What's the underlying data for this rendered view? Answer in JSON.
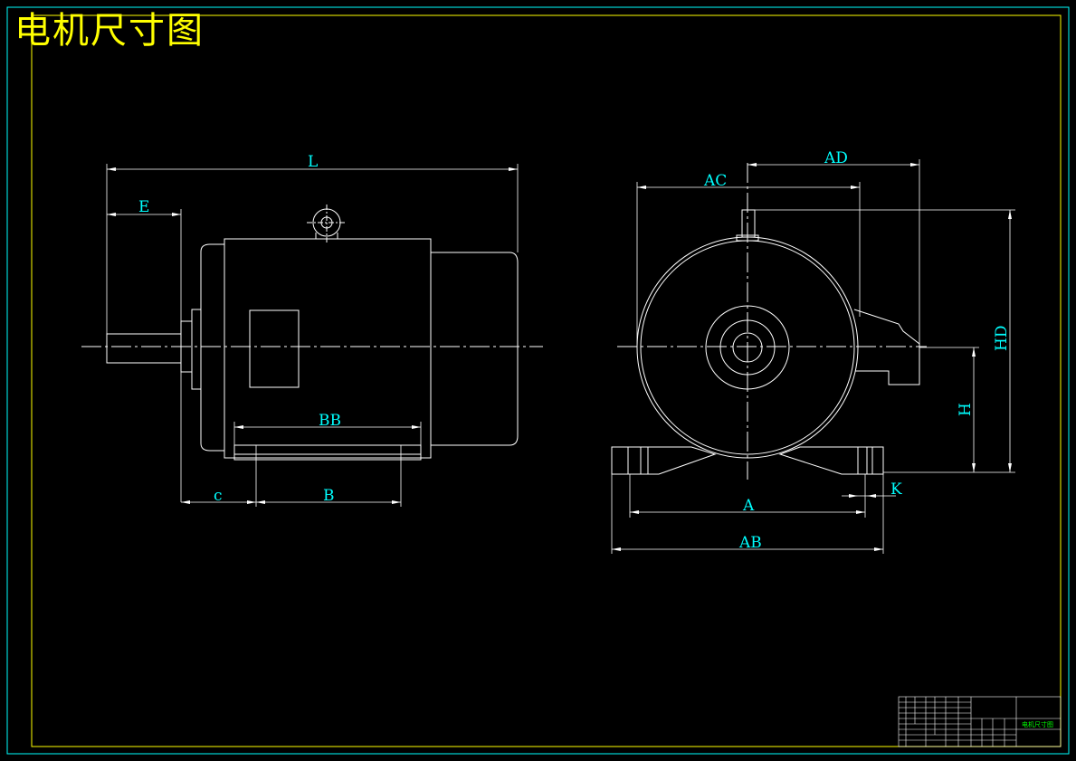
{
  "title": "电机尺寸图",
  "labels": {
    "L": "L",
    "E": "E",
    "BB": "BB",
    "c": "c",
    "B": "B",
    "AD": "AD",
    "AC": "AC",
    "HD": "HD",
    "H": "H",
    "K": "K",
    "A": "A",
    "AB": "AB"
  },
  "title_block": {
    "drawing_name": "电机尺寸图"
  },
  "colors": {
    "background": "#000000",
    "border": "#ffff00",
    "outer_border": "#00ffff",
    "lines": "#ffffff",
    "dimensions": "#00ffff",
    "title": "#ffff00",
    "title_block_text": "#00ff00"
  }
}
